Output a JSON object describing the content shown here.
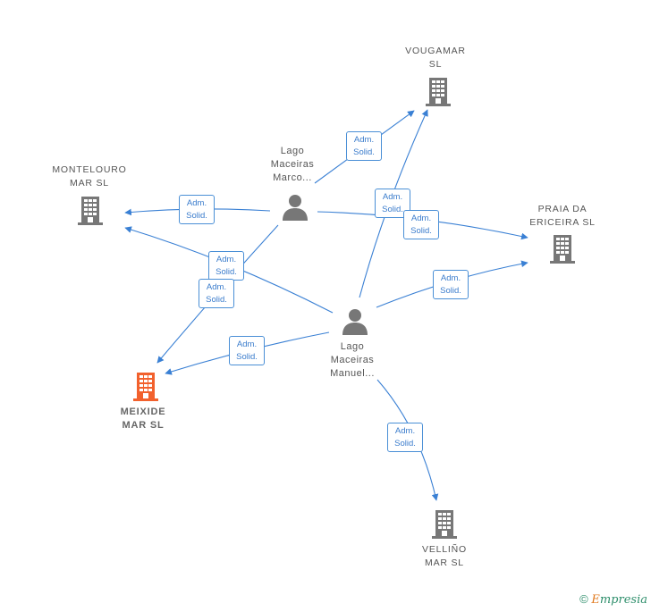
{
  "companies": [
    {
      "id": "vougamar",
      "label": "VOUGAMAR\nSL",
      "focus": false
    },
    {
      "id": "montelouro",
      "label": "MONTELOURO\nMAR  SL",
      "focus": false
    },
    {
      "id": "praia",
      "label": "PRAIA DA\nERICEIRA  SL",
      "focus": false
    },
    {
      "id": "meixide",
      "label": "MEIXIDE\nMAR  SL",
      "focus": true
    },
    {
      "id": "vellino",
      "label": "VELLIÑO\nMAR  SL",
      "focus": false
    }
  ],
  "people": [
    {
      "id": "marco",
      "label": "Lago\nMaceiras\nMarco..."
    },
    {
      "id": "manuel",
      "label": "Lago\nMaceiras\nManuel..."
    }
  ],
  "relation": {
    "line1": "Adm.",
    "line2": "Solid."
  },
  "colors": {
    "edge": "#3a80d4",
    "company_icon": "#777777",
    "focus_icon": "#f2612d",
    "person_icon": "#777777"
  },
  "footer": {
    "copyright": "©",
    "brand_first": "E",
    "brand_rest": "mpresia"
  }
}
